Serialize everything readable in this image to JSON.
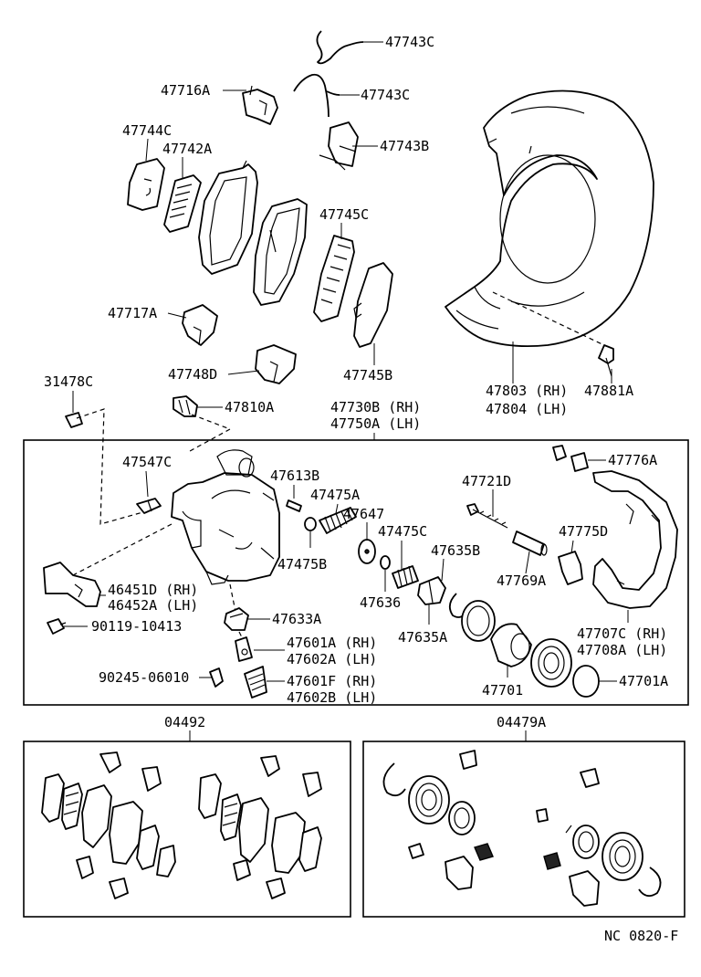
{
  "labels": {
    "p47743c_1": "47743C",
    "p47743c_2": "47743C",
    "p47716a": "47716A",
    "p47743b": "47743B",
    "p47744c": "47744C",
    "p47742a": "47742A",
    "p47745c": "47745C",
    "p47717a": "47717A",
    "p47748d": "47748D",
    "p47745b": "47745B",
    "p47803": "47803 (RH)",
    "p47804": "47804 (LH)",
    "p47881a": "47881A",
    "p31478c": "31478C",
    "p47810a": "47810A",
    "p47730b": "47730B (RH)",
    "p47750a": "47750A (LH)",
    "p47547c": "47547C",
    "p47613b": "47613B",
    "p47475a": "47475A",
    "p47647": "47647",
    "p47721d": "47721D",
    "p47776a": "47776A",
    "p47475c": "47475C",
    "p47635b": "47635B",
    "p47775d": "47775D",
    "p47475b": "47475B",
    "p47769a": "47769A",
    "p46451d": "46451D (RH)",
    "p46452a": "46452A (LH)",
    "p47636": "47636",
    "p47635a": "47635A",
    "p47707c": "47707C (RH)",
    "p47708a": "47708A (LH)",
    "p47633a": "47633A",
    "p90119": "90119-10413",
    "p47601a": "47601A (RH)",
    "p47602a": "47602A (LH)",
    "p90245": "90245-06010",
    "p47601f": "47601F (RH)",
    "p47602b": "47602B (LH)",
    "p47701": "47701",
    "p47701a": "47701A",
    "kit04492": "04492",
    "kit04479a": "04479A",
    "footer": "NC  0820-F"
  }
}
